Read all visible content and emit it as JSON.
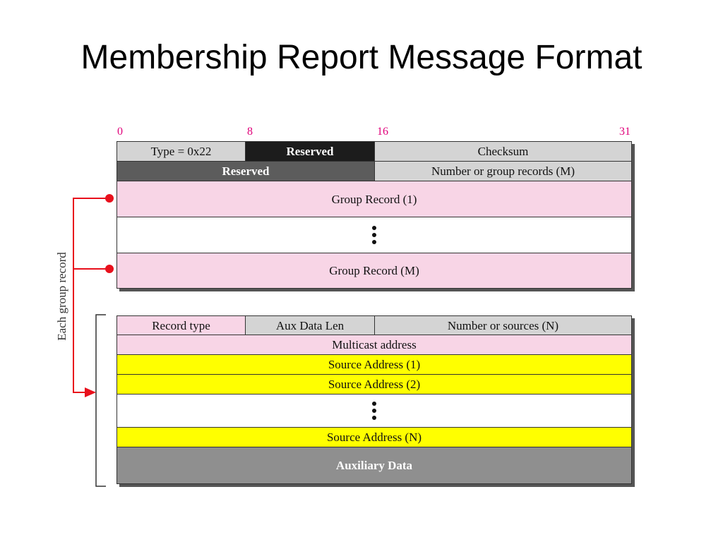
{
  "title": "Membership Report Message Format",
  "bit_positions": [
    "0",
    "8",
    "16",
    "31"
  ],
  "header": {
    "type": "Type = 0x22",
    "reserved_top": "Reserved",
    "checksum": "Checksum",
    "reserved_bottom": "Reserved",
    "num_group_records": "Number or group records (M)"
  },
  "group_records": {
    "first": "Group Record (1)",
    "last": "Group Record (M)"
  },
  "side_label": "Each group record",
  "record": {
    "record_type": "Record type",
    "aux_data_len": "Aux Data Len",
    "num_sources": "Number or sources (N)",
    "multicast": "Multicast address",
    "source_1": "Source Address (1)",
    "source_2": "Source Address (2)",
    "source_n": "Source Address (N)",
    "aux_data": "Auxiliary Data"
  },
  "colors": {
    "header_gray": "#d4d4d4",
    "reserved_black": "#1c1c1c",
    "reserved_dark": "#5c5c5c",
    "record_pink": "#f8d5e6",
    "source_yellow": "#ffff00",
    "aux_gray": "#8f8f8f",
    "bit_number": "#e0007a",
    "arrow_red": "#e8101c"
  }
}
